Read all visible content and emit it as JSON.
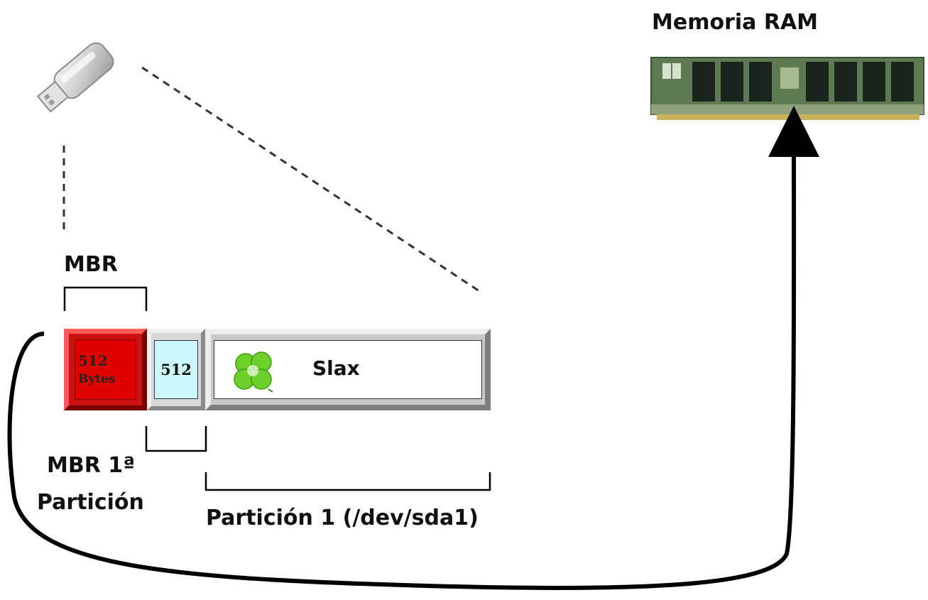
{
  "ram": {
    "title": "Memoria RAM"
  },
  "mbr": {
    "title": "MBR"
  },
  "disk": {
    "mbr_block_line1": "512",
    "mbr_block_line2": "Bytes",
    "partition_mbr_block": "512",
    "partition_block": "Slax"
  },
  "labels": {
    "mbr_partition_line1": "MBR 1ª",
    "mbr_partition_line2": "Partición",
    "partition1": "Partición 1 (/dev/sda1)"
  },
  "colors": {
    "mbr_block": "#cc1111",
    "partition_mbr_block": "#cdf6fb",
    "slax_logo": "#6ccf2a"
  },
  "icons": [
    "usb-drive-icon",
    "ram-module-icon",
    "slax-clover-icon"
  ]
}
